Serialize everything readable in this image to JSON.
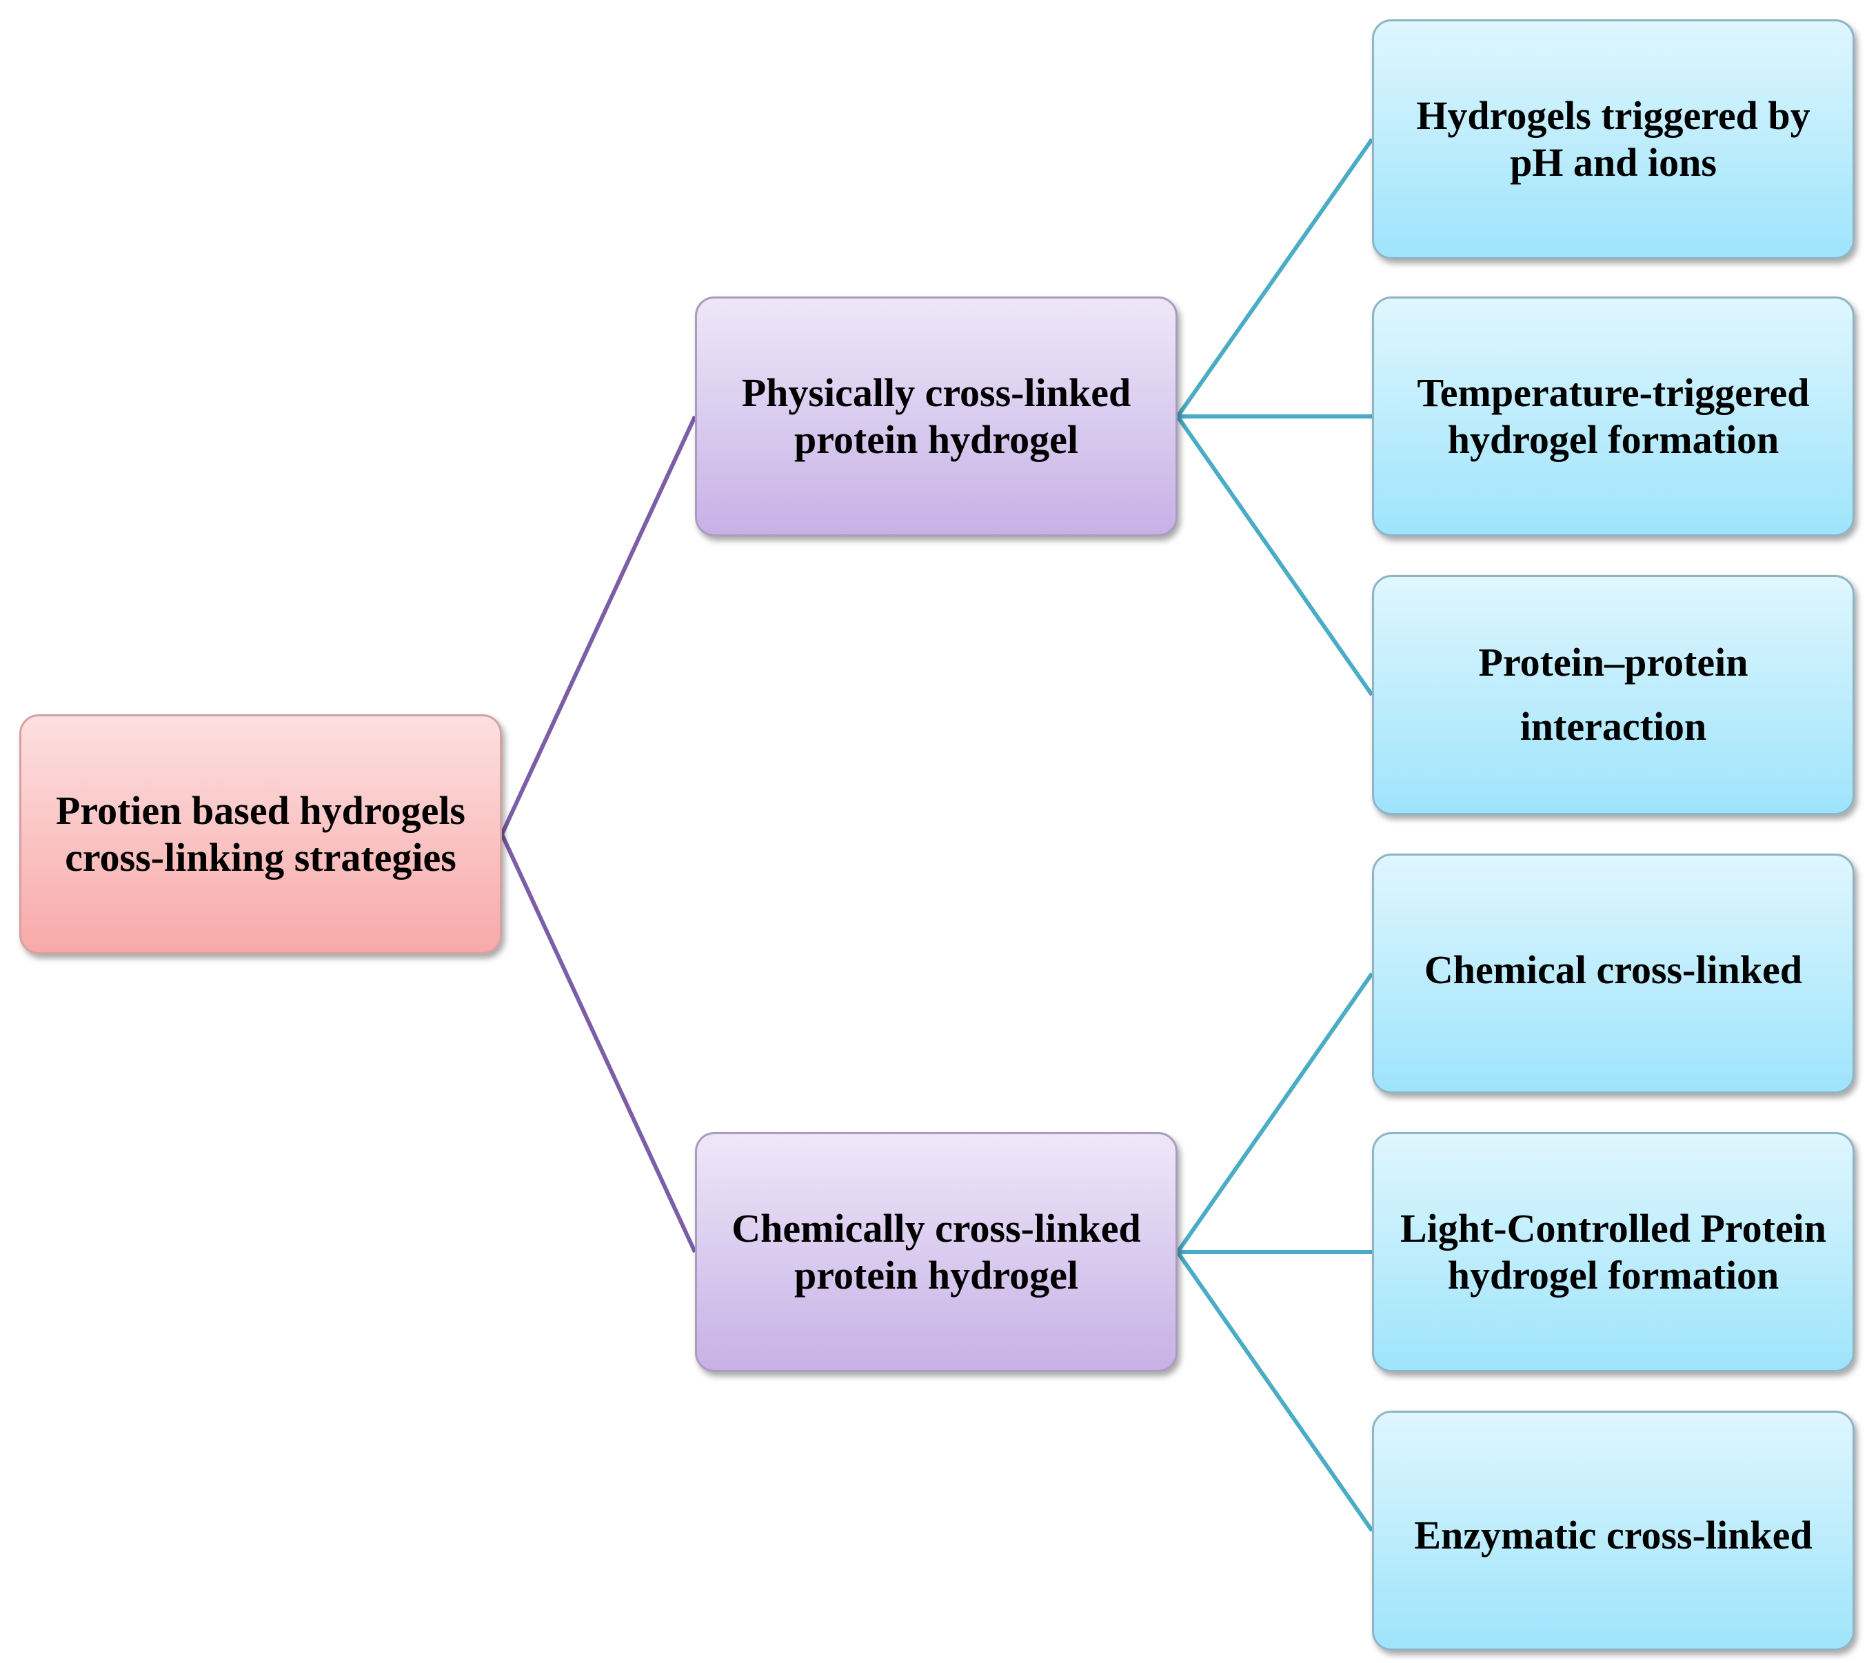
{
  "diagram": {
    "root": {
      "label": "Protien based hydrogels cross-linking strategies"
    },
    "branches": [
      {
        "label": "Physically cross-linked protein hydrogel",
        "children": [
          {
            "label": "Hydrogels triggered by pH and ions"
          },
          {
            "label": "Temperature-triggered hydrogel formation"
          },
          {
            "label": "Protein–protein interaction"
          }
        ]
      },
      {
        "label": "Chemically cross-linked protein hydrogel",
        "children": [
          {
            "label": "Chemical cross-linked"
          },
          {
            "label": "Light-Controlled Protein hydrogel formation"
          },
          {
            "label": "Enzymatic cross-linked"
          }
        ]
      }
    ],
    "colors": {
      "root_fill_top": "#fde0e0",
      "root_fill_bottom": "#f7a9a9",
      "branch_fill_top": "#eee7f8",
      "branch_fill_bottom": "#c7b1e6",
      "leaf_fill_top": "#dff6fe",
      "leaf_fill_bottom": "#9ee4fb",
      "root_connector": "#7b5ea7",
      "leaf_connector": "#4bacc6"
    }
  }
}
